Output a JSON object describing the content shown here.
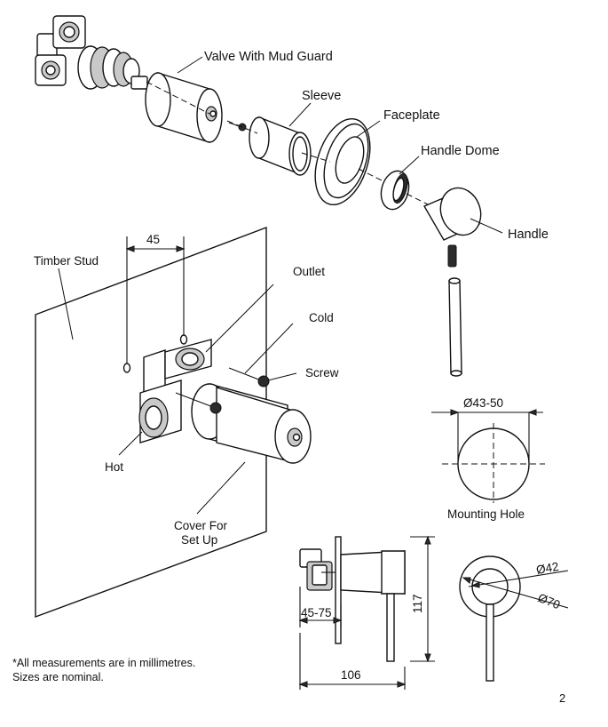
{
  "labels": {
    "valve_with_mud_guard": "Valve With Mud Guard",
    "sleeve": "Sleeve",
    "faceplate": "Faceplate",
    "handle_dome": "Handle Dome",
    "handle": "Handle",
    "timber_stud": "Timber Stud",
    "outlet": "Outlet",
    "cold": "Cold",
    "screw": "Screw",
    "hot": "Hot",
    "cover_line1": "Cover For",
    "cover_line2": "Set Up",
    "mounting_hole": "Mounting Hole"
  },
  "dimensions": {
    "stud_spacing": "45",
    "hole_diameter": "Ø43-50",
    "depth_range": "45-75",
    "height": "117",
    "overall_length": "106",
    "dome_diameter": "Ø42",
    "plate_diameter": "Ø70"
  },
  "footnote": {
    "line1": "*All measurements are in millimetres.",
    "line2": "Sizes are nominal."
  },
  "page_number": "2"
}
